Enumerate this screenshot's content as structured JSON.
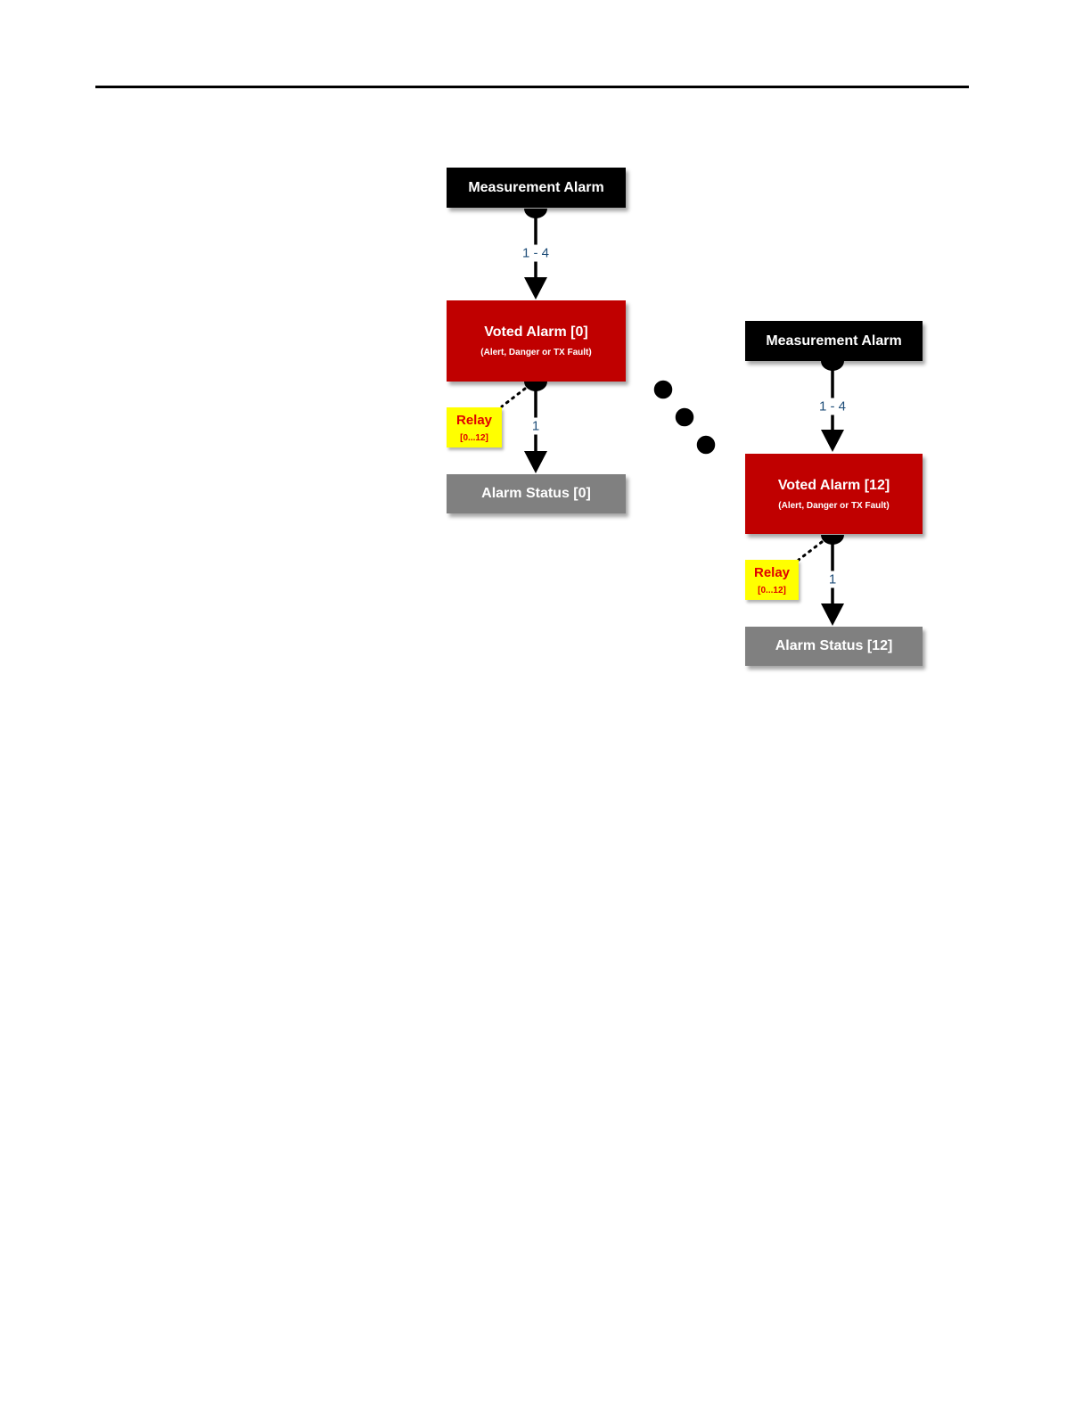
{
  "colors": {
    "measurement": "#000000",
    "voted": "#c00000",
    "status": "#808080",
    "relay_bg": "#ffff00",
    "relay_text": "#e00000",
    "multiplicity": "#1f4e79"
  },
  "group_0": {
    "measurement_label": "Measurement Alarm",
    "multiplicity_top": "1 - 4",
    "voted_label": "Voted Alarm [0]",
    "voted_sub": "(Alert, Danger or TX Fault)",
    "relay_label": "Relay",
    "relay_range": "[0...12]",
    "multiplicity_bottom": "1",
    "status_label": "Alarm Status [0]"
  },
  "group_12": {
    "measurement_label": "Measurement Alarm",
    "multiplicity_top": "1 - 4",
    "voted_label": "Voted Alarm [12]",
    "voted_sub": "(Alert, Danger or TX Fault)",
    "relay_label": "Relay",
    "relay_range": "[0...12]",
    "multiplicity_bottom": "1",
    "status_label": "Alarm Status [12]"
  }
}
